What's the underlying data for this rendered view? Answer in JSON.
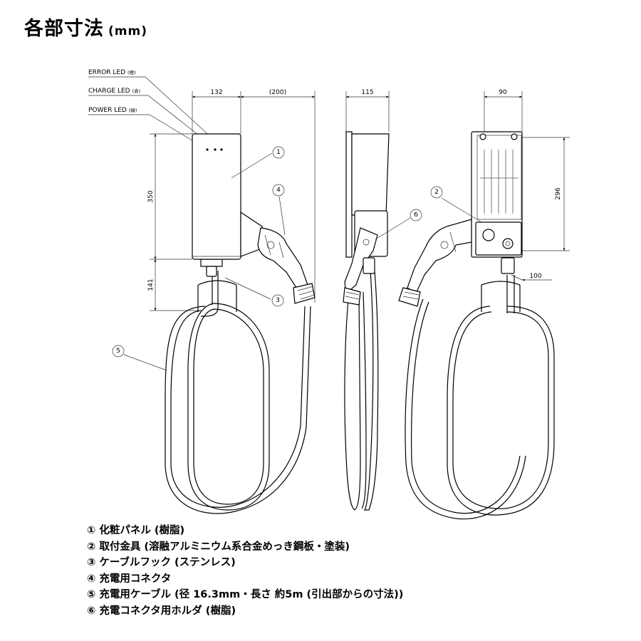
{
  "title": {
    "text": "各部寸法",
    "unit": "(mm)"
  },
  "leds": [
    {
      "label": "ERROR LED",
      "color": "(橙)"
    },
    {
      "label": "CHARGE LED",
      "color": "(赤)"
    },
    {
      "label": "POWER LED",
      "color": "(緑)"
    }
  ],
  "dimensions": {
    "front_width": "132",
    "cable_clearance": "(200)",
    "front_height": "350",
    "hook_height": "141",
    "side_depth": "115",
    "back_width": "90",
    "back_height": "296",
    "back_offset": "100"
  },
  "callouts": [
    "1",
    "2",
    "3",
    "4",
    "5",
    "6"
  ],
  "legend": [
    {
      "mark": "①",
      "text": "化粧パネル (樹脂)"
    },
    {
      "mark": "②",
      "text": "取付金具 (溶融アルミニウム系合金めっき鋼板・塗装)"
    },
    {
      "mark": "③",
      "text": "ケーブルフック (ステンレス)"
    },
    {
      "mark": "④",
      "text": "充電用コネクタ"
    },
    {
      "mark": "⑤",
      "text": "充電用ケーブル (径 16.3mm・長さ 約5m (引出部からの寸法))"
    },
    {
      "mark": "⑥",
      "text": "充電コネクタ用ホルダ (樹脂)"
    }
  ]
}
